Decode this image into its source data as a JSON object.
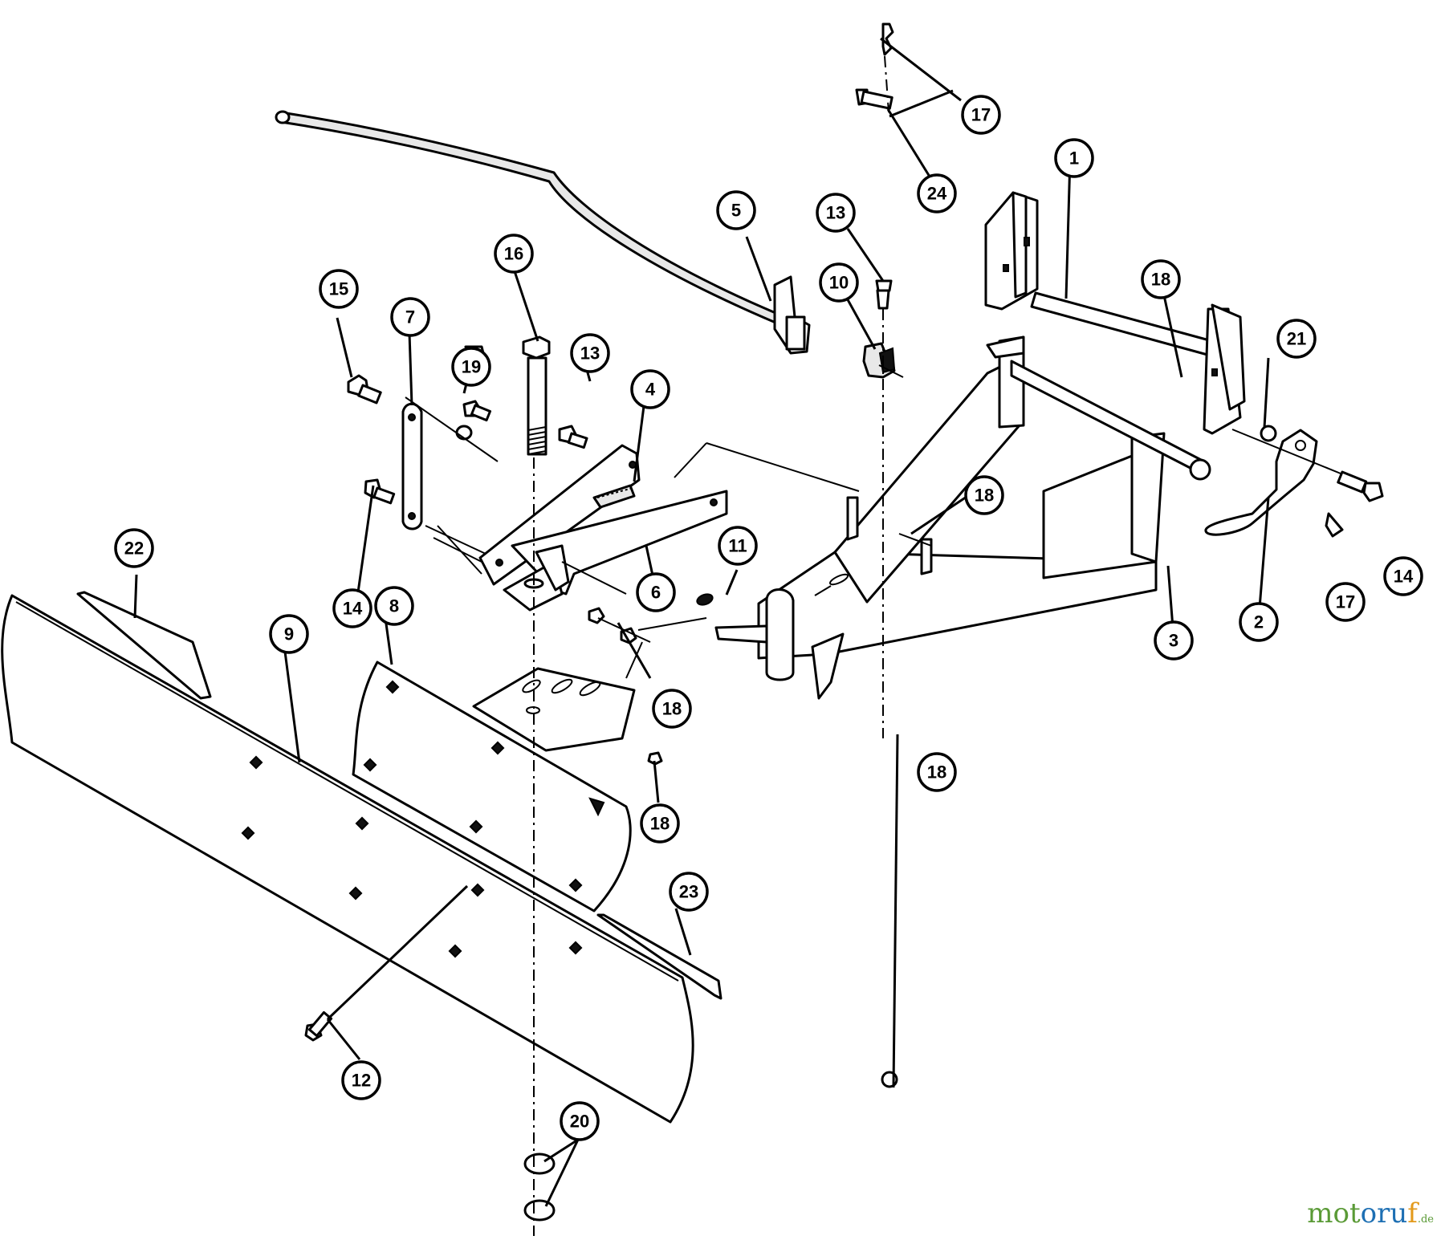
{
  "callouts": [
    {
      "label": "1"
    },
    {
      "label": "2"
    },
    {
      "label": "3"
    },
    {
      "label": "4"
    },
    {
      "label": "5"
    },
    {
      "label": "6"
    },
    {
      "label": "7"
    },
    {
      "label": "8"
    },
    {
      "label": "9"
    },
    {
      "label": "10"
    },
    {
      "label": "11"
    },
    {
      "label": "12"
    },
    {
      "label": "13"
    },
    {
      "label": "13"
    },
    {
      "label": "14"
    },
    {
      "label": "14"
    },
    {
      "label": "15"
    },
    {
      "label": "16"
    },
    {
      "label": "17"
    },
    {
      "label": "17"
    },
    {
      "label": "18"
    },
    {
      "label": "18"
    },
    {
      "label": "18"
    },
    {
      "label": "18"
    },
    {
      "label": "18"
    },
    {
      "label": "19"
    },
    {
      "label": "20"
    },
    {
      "label": "21"
    },
    {
      "label": "22"
    },
    {
      "label": "23"
    },
    {
      "label": "24"
    }
  ],
  "watermark": {
    "part_a": "mot",
    "part_b": "oru",
    "part_c": "f",
    "part_d": ".de"
  }
}
